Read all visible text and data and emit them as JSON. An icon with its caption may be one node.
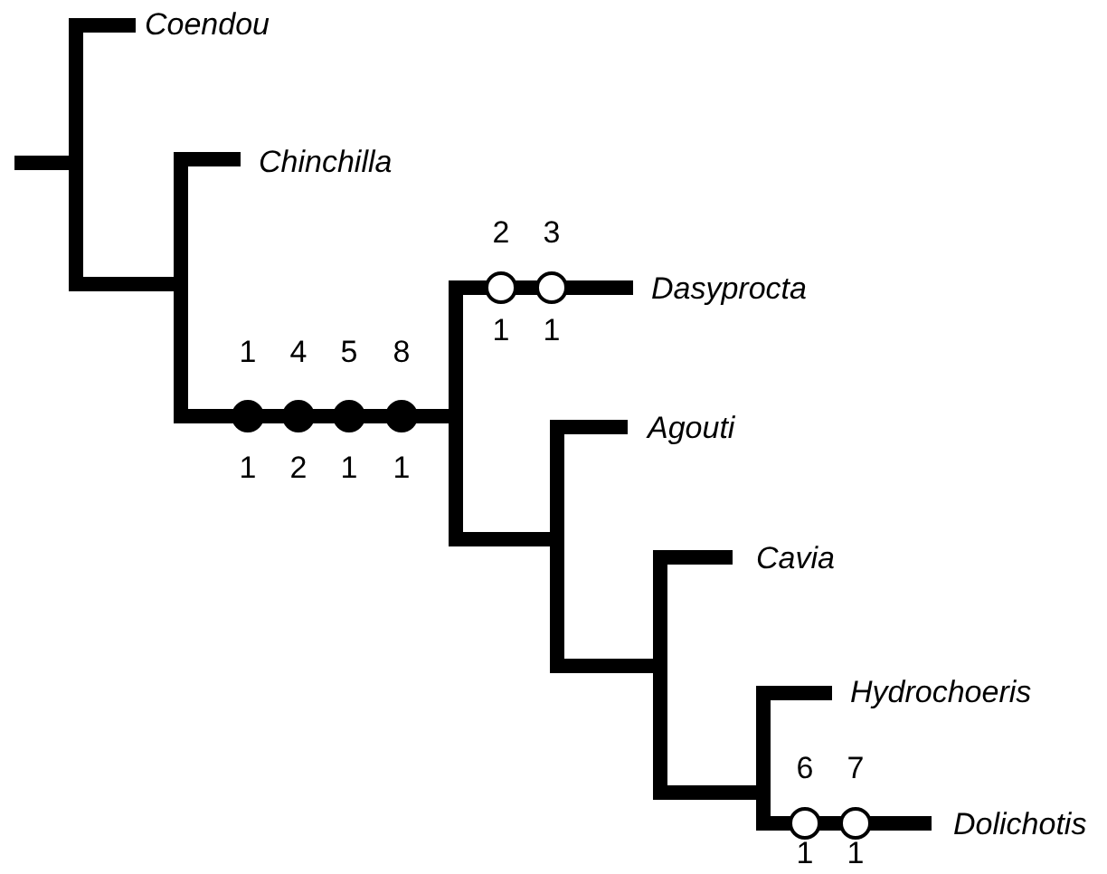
{
  "diagram": {
    "labels": [
      "Coendou",
      "Chinchilla",
      "2",
      "3",
      "Dasyprocta",
      "1",
      "1",
      "1",
      "4",
      "5",
      "8",
      "1",
      "2",
      "1",
      "1",
      "Agouti",
      "Cavia",
      "Hydrochoeris",
      "6",
      "7",
      "Dolichotis",
      "1",
      "1"
    ]
  }
}
